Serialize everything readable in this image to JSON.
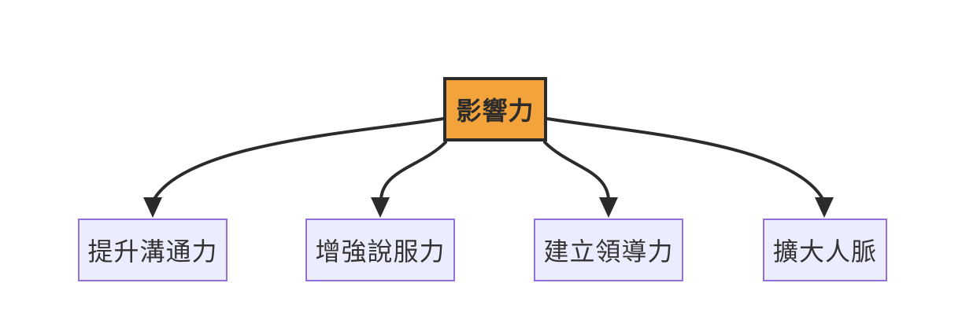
{
  "diagram": {
    "type": "flowchart-top-down",
    "root": {
      "id": "influence",
      "label": "影響力"
    },
    "children": [
      {
        "id": "communication",
        "label": "提升溝通力"
      },
      {
        "id": "persuasion",
        "label": "增強說服力"
      },
      {
        "id": "leadership",
        "label": "建立領導力"
      },
      {
        "id": "network",
        "label": "擴大人脈"
      }
    ],
    "edges": [
      {
        "from": "influence",
        "to": "communication"
      },
      {
        "from": "influence",
        "to": "persuasion"
      },
      {
        "from": "influence",
        "to": "leadership"
      },
      {
        "from": "influence",
        "to": "network"
      }
    ],
    "colors": {
      "background": "#ffffff",
      "root_fill": "#f2a33c",
      "root_border": "#2b2b2b",
      "root_text": "#2b2b2b",
      "child_fill": "#ececff",
      "child_border": "#9370db",
      "child_text": "#333333",
      "edge": "#2b2b2b"
    }
  }
}
